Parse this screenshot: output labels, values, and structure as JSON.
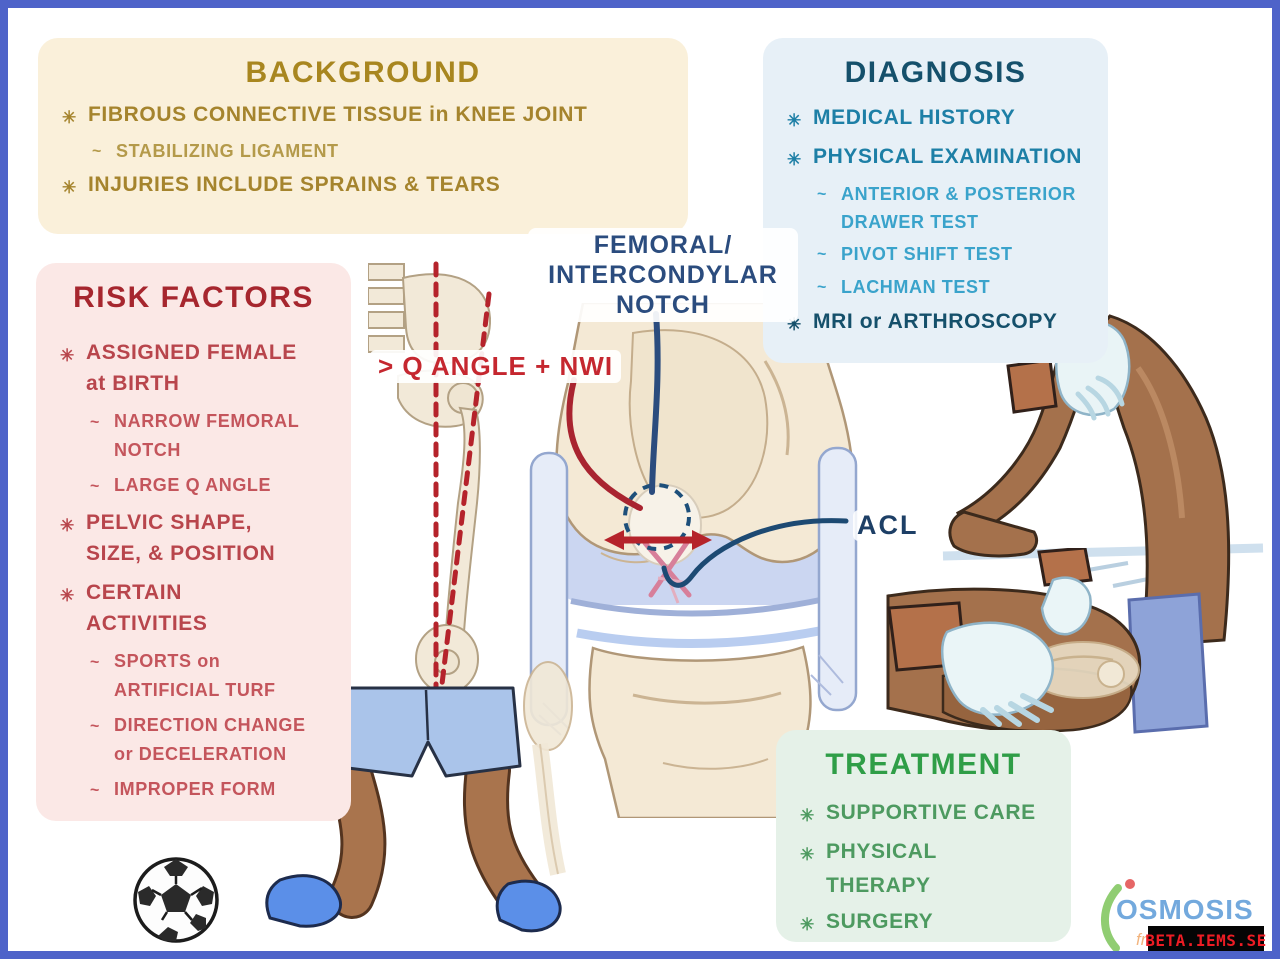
{
  "colors": {
    "frame": "#4e63c9",
    "background_panel": "#faf0da",
    "background_title": "#a8861f",
    "risk_panel": "#fbe8e6",
    "risk_title": "#a6262e",
    "diagnosis_panel": "#e7f0f7",
    "diagnosis_title": "#15506b",
    "treatment_panel": "#e5f1e8",
    "treatment_title": "#2f9e47",
    "annotation_navy": "#2b4c7e",
    "annotation_red": "#c5272f",
    "osmosis_blue": "#5b9bd8",
    "osmosis_green": "#74c04f",
    "badge_bg": "#050505",
    "badge_text": "#ed1c24"
  },
  "panels": {
    "background": {
      "title": "BACKGROUND",
      "items": [
        {
          "bullet": "✳",
          "text": "FIBROUS CONNECTIVE TISSUE in KNEE JOINT"
        },
        {
          "bullet": "~",
          "text": "STABILIZING LIGAMENT"
        },
        {
          "bullet": "✳",
          "text": "INJURIES INCLUDE SPRAINS & TEARS"
        }
      ]
    },
    "risk_factors": {
      "title": "RISK FACTORS",
      "items": [
        {
          "bullet": "✳",
          "text": "ASSIGNED FEMALE\nat BIRTH"
        },
        {
          "bullet": "~",
          "text": "NARROW FEMORAL\nNOTCH"
        },
        {
          "bullet": "~",
          "text": "LARGE Q ANGLE"
        },
        {
          "bullet": "✳",
          "text": "PELVIC SHAPE,\nSIZE, & POSITION"
        },
        {
          "bullet": "✳",
          "text": "CERTAIN\nACTIVITIES"
        },
        {
          "bullet": "~",
          "text": "SPORTS on\nARTIFICIAL TURF"
        },
        {
          "bullet": "~",
          "text": "DIRECTION CHANGE\nor DECELERATION"
        },
        {
          "bullet": "~",
          "text": "IMPROPER FORM"
        }
      ]
    },
    "diagnosis": {
      "title": "DIAGNOSIS",
      "items": [
        {
          "bullet": "✳",
          "text": "MEDICAL HISTORY"
        },
        {
          "bullet": "✳",
          "text": "PHYSICAL EXAMINATION"
        },
        {
          "bullet": "~",
          "text": "ANTERIOR & POSTERIOR\nDRAWER TEST"
        },
        {
          "bullet": "~",
          "text": "PIVOT SHIFT TEST"
        },
        {
          "bullet": "~",
          "text": "LACHMAN TEST"
        },
        {
          "bullet": "✳",
          "text": "MRI or ARTHROSCOPY"
        }
      ]
    },
    "treatment": {
      "title": "TREATMENT",
      "items": [
        {
          "bullet": "✳",
          "text": "SUPPORTIVE CARE"
        },
        {
          "bullet": "✳",
          "text": "PHYSICAL THERAPY"
        },
        {
          "bullet": "✳",
          "text": "SURGERY"
        }
      ]
    }
  },
  "annotations": {
    "femoral_notch_label": "FEMORAL/\nINTERCONDYLAR\nNOTCH",
    "q_angle_label": "> Q ANGLE + NWI",
    "acl_label": "ACL"
  },
  "watermark": {
    "logo_text": "OSMOSIS",
    "logo_subtext": "from Elsevier",
    "badge_text": "BETA.IEMS.SE"
  }
}
